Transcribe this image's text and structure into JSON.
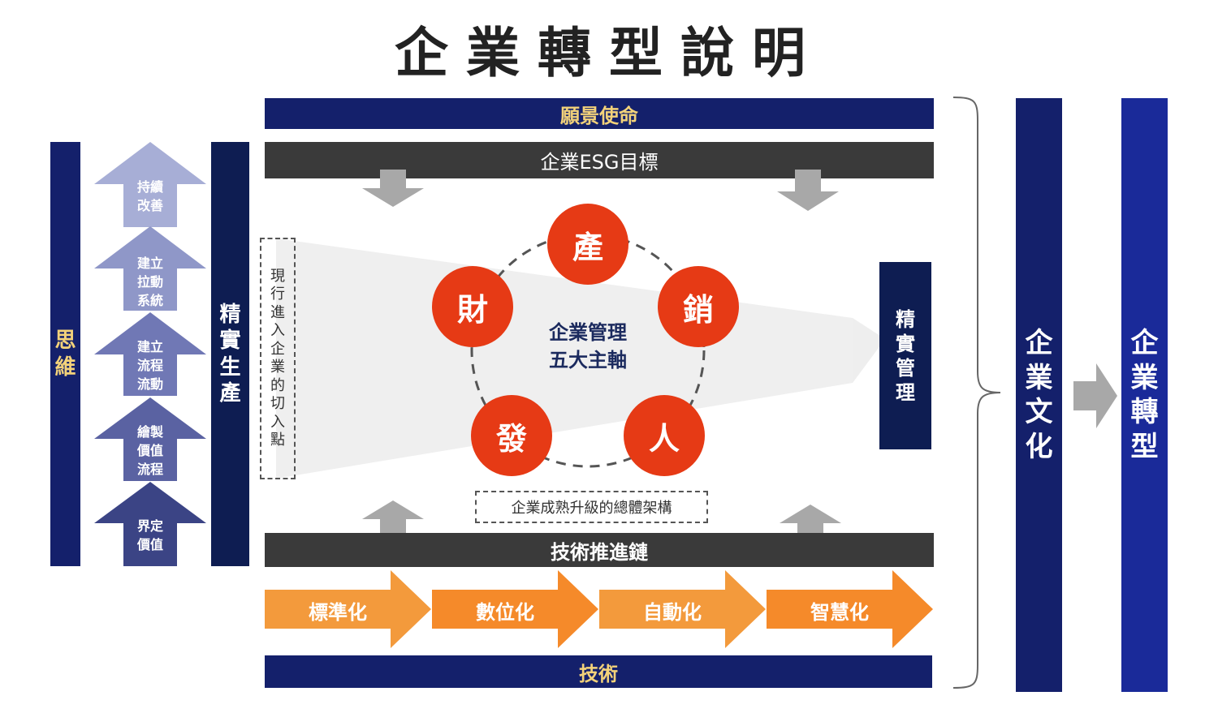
{
  "title": "企業轉型說明",
  "colors": {
    "navy": "#14206b",
    "dark_navy": "#0e1d52",
    "dark_gray": "#3a3a3a",
    "gray_arrow": "#a8a8a8",
    "red": "#e63a15",
    "orange_1": "#f39a3c",
    "orange_2": "#f58a2a",
    "gold_text": "#f3d27a"
  },
  "left": {
    "thinking_label": "思維",
    "lean_production_label": "精實生產",
    "steps": [
      {
        "label": "持續\n改善",
        "color": "#a7aed6"
      },
      {
        "label": "建立\n拉動\n系統",
        "color": "#8f97c8"
      },
      {
        "label": "建立\n流程\n流動",
        "color": "#7078b5"
      },
      {
        "label": "繪製\n價值\n流程",
        "color": "#5a62a2"
      },
      {
        "label": "界定\n價值",
        "color": "#3b4485"
      }
    ]
  },
  "center": {
    "vision_label": "願景使命",
    "esg_label": "企業ESG目標",
    "entry_point_label": "現行進入企業的切入點",
    "core_label": "企業管理\n五大主軸",
    "axes": [
      "產",
      "銷",
      "人",
      "發",
      "財"
    ],
    "framework_label": "企業成熟升級的總體架構",
    "tech_chain_label": "技術推進鏈",
    "stages": [
      "標準化",
      "數位化",
      "自動化",
      "智慧化"
    ],
    "technology_label": "技術",
    "lean_management_label": "精實管理"
  },
  "right": {
    "culture_label": "企業文化",
    "transformation_label": "企業轉型"
  }
}
